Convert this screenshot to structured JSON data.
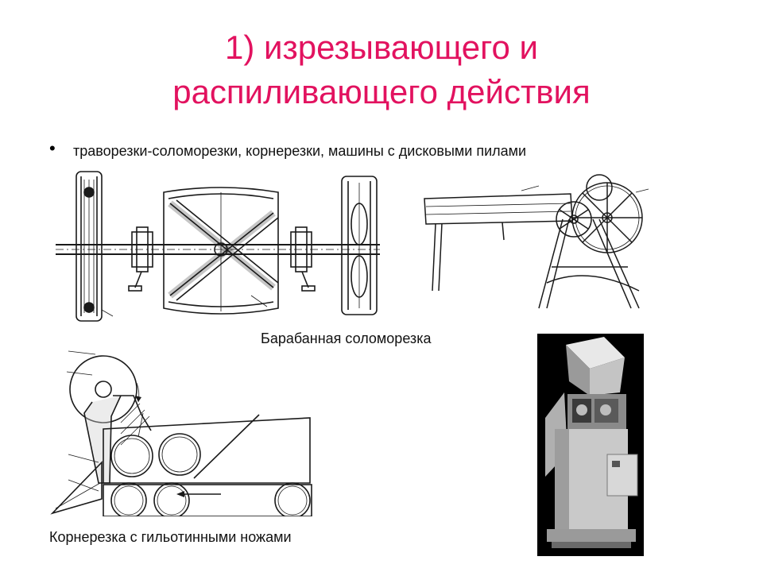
{
  "colors": {
    "title": "#e2125f",
    "ink": "#1a1a1a",
    "photo_bg": "#000000"
  },
  "slide": {
    "title_line1": "1) изрезывающего и",
    "title_line2": "распиливающего действия",
    "bullet_text": "траворезки-соломорезки, корнерезки, машины с дисковыми пилами"
  },
  "figures": {
    "drum_caption": "Барабанная соломорезка",
    "root_cutter_caption": "Корнерезка с гильотинными ножами"
  }
}
